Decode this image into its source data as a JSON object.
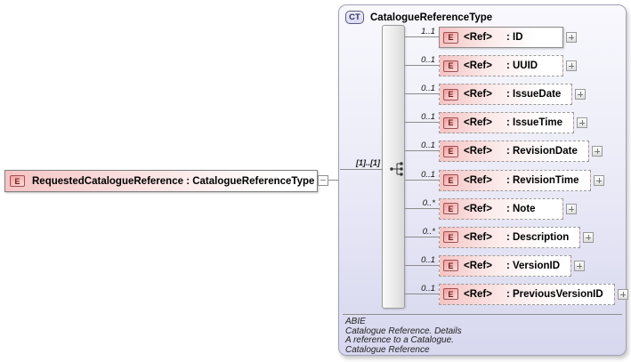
{
  "root_element": {
    "icon_label": "E",
    "label": "RequestedCatalogueReference : CatalogueReferenceType"
  },
  "complex_type": {
    "icon_label": "CT",
    "title": "CatalogueReferenceType",
    "model_cardinality": "[1]..[1]",
    "children": [
      {
        "icon_label": "E",
        "ref": "<Ref>",
        "name": ": ID",
        "cardinality": "1..1",
        "optional": false
      },
      {
        "icon_label": "E",
        "ref": "<Ref>",
        "name": ": UUID",
        "cardinality": "0..1",
        "optional": true
      },
      {
        "icon_label": "E",
        "ref": "<Ref>",
        "name": ": IssueDate",
        "cardinality": "0..1",
        "optional": true
      },
      {
        "icon_label": "E",
        "ref": "<Ref>",
        "name": ": IssueTime",
        "cardinality": "0..1",
        "optional": true
      },
      {
        "icon_label": "E",
        "ref": "<Ref>",
        "name": ": RevisionDate",
        "cardinality": "0..1",
        "optional": true
      },
      {
        "icon_label": "E",
        "ref": "<Ref>",
        "name": ": RevisionTime",
        "cardinality": "0..1",
        "optional": true
      },
      {
        "icon_label": "E",
        "ref": "<Ref>",
        "name": ": Note",
        "cardinality": "0..*",
        "optional": true
      },
      {
        "icon_label": "E",
        "ref": "<Ref>",
        "name": ": Description",
        "cardinality": "0..*",
        "optional": true
      },
      {
        "icon_label": "E",
        "ref": "<Ref>",
        "name": ": VersionID",
        "cardinality": "0..1",
        "optional": true
      },
      {
        "icon_label": "E",
        "ref": "<Ref>",
        "name": ": PreviousVersionID",
        "cardinality": "0..1",
        "optional": true
      }
    ],
    "annotation_lines": [
      "ABIE",
      "Catalogue Reference. Details",
      "A reference to a Catalogue.",
      "Catalogue Reference"
    ]
  },
  "colors": {
    "element_pink": "#f5c4c4",
    "icon_pink": "#ef9f9f",
    "icon_border": "#a05050",
    "type_fill_top": "#f8f8fd",
    "type_fill_bottom": "#d7d7ef",
    "type_border": "#a0a0b8",
    "ct_icon_fill": "#d9d9f2",
    "ct_icon_border": "#5a5a82",
    "line_gray": "#8c8c8c"
  }
}
